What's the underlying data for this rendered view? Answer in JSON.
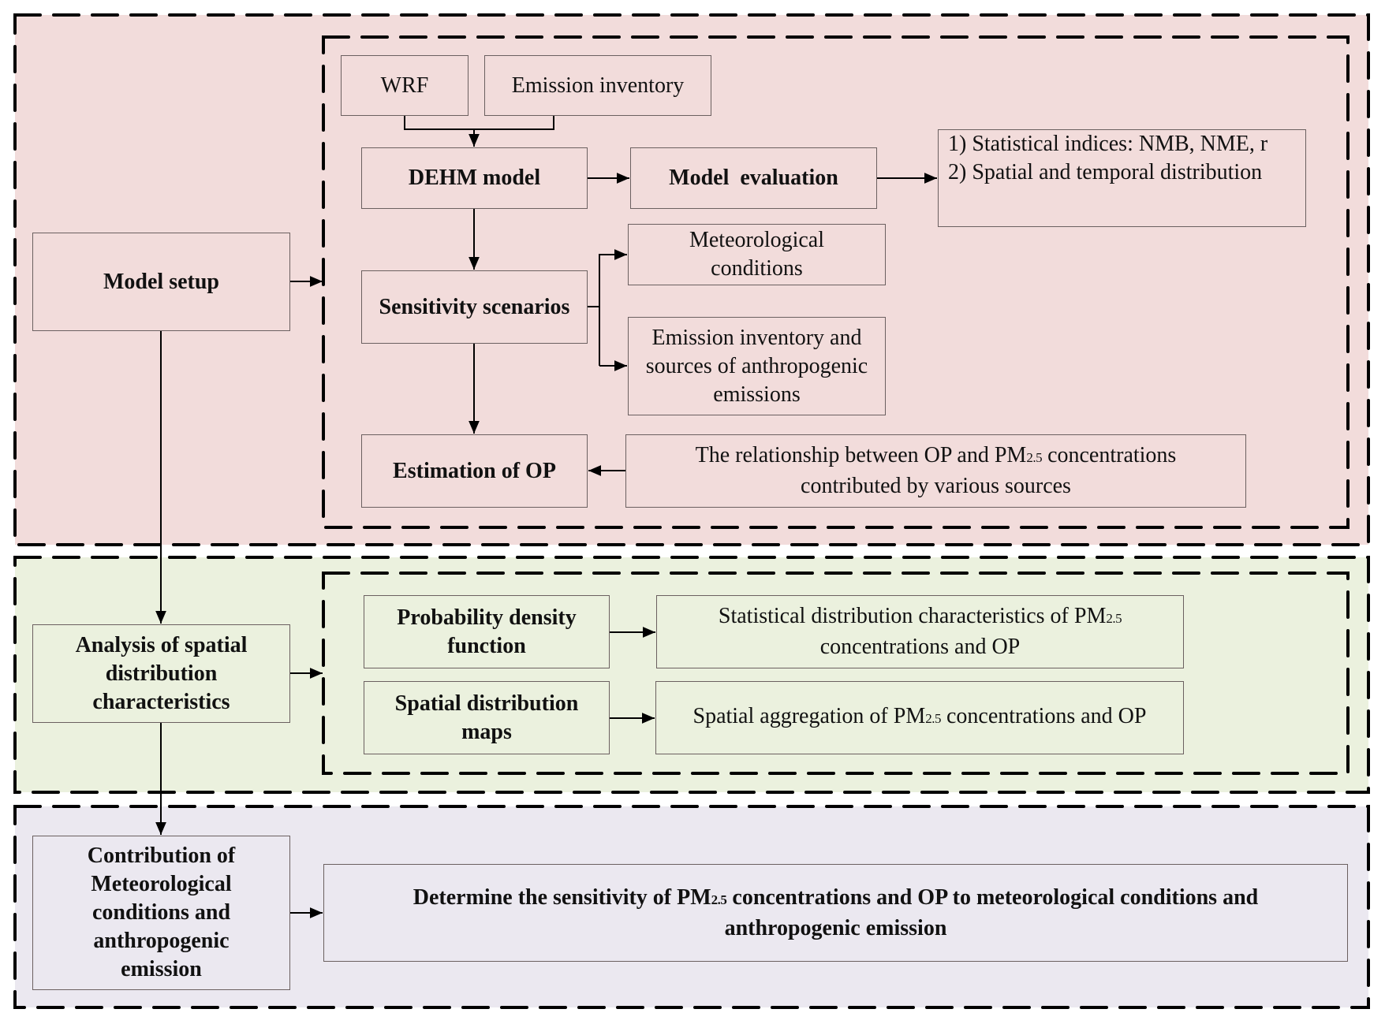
{
  "colors": {
    "model_setup_bg": "#f2dcdb",
    "analysis_bg": "#ebf1de",
    "contribution_bg": "#ebe8f0",
    "border": "#000000",
    "box_border": "#6b6060"
  },
  "section1": {
    "main": "Model setup",
    "wrf": "WRF",
    "emission_inventory": "Emission inventory",
    "dehm": "DEHM model",
    "evaluation": "Model  evaluation",
    "stats_line1": "1) Statistical indices: NMB, NME, r",
    "stats_line2": "2) Spatial and temporal distribution",
    "sensitivity": "Sensitivity scenarios",
    "meteorological_l1": "Meteorological",
    "meteorological_l2": "conditions",
    "emission_sources_l1": "Emission inventory and",
    "emission_sources_l2": "sources of anthropogenic",
    "emission_sources_l3": "emissions",
    "estimation": "Estimation of OP",
    "relationship_l1_pre": "The relationship between OP and PM",
    "relationship_l1_sub": "2.5",
    "relationship_l1_post": " concentrations",
    "relationship_l2": "contributed by various sources"
  },
  "section2": {
    "main_l1": "Analysis of spatial",
    "main_l2": "distribution",
    "main_l3": "characteristics",
    "pdf_l1": "Probability density",
    "pdf_l2": "function",
    "maps_l1": "Spatial distribution",
    "maps_l2": "maps",
    "statdist_l1_pre": "Statistical distribution characteristics of PM",
    "statdist_l1_sub": "2.5",
    "statdist_l2": "concentrations and OP",
    "agg_pre": "Spatial aggregation of PM",
    "agg_sub": "2.5",
    "agg_post": " concentrations and OP"
  },
  "section3": {
    "main_l1": "Contribution of",
    "main_l2": "Meteorological",
    "main_l3": "conditions and",
    "main_l4": "anthropogenic",
    "main_l5": "emission",
    "determine_l1_pre": "Determine the sensitivity of PM",
    "determine_l1_sub": "2.5",
    "determine_l1_post": " concentrations and OP to meteorological conditions and",
    "determine_l2": "anthropogenic emission"
  }
}
